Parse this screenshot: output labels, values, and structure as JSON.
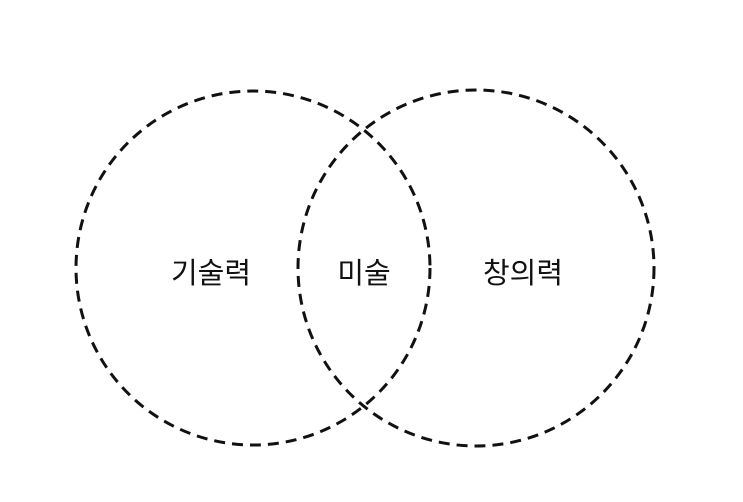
{
  "diagram": {
    "type": "venn",
    "sets": [
      {
        "label": "기술력"
      },
      {
        "label": "창의력"
      }
    ],
    "intersection_label": "미술",
    "stroke_color": "#111111",
    "background_color": "#ffffff"
  }
}
